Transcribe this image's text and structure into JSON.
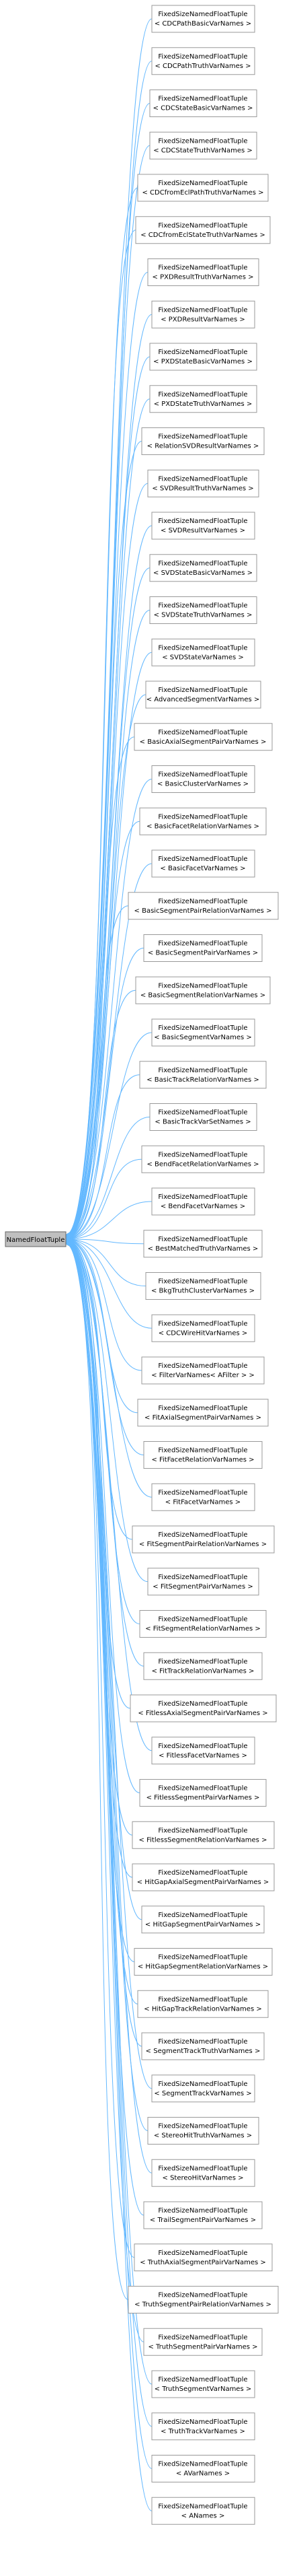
{
  "root": {
    "label": "NamedFloatTuple"
  },
  "children": [
    {
      "line1": "FixedSizeNamedFloatTuple",
      "line2": "< CDCPathBasicVarNames >"
    },
    {
      "line1": "FixedSizeNamedFloatTuple",
      "line2": "< CDCPathTruthVarNames >"
    },
    {
      "line1": "FixedSizeNamedFloatTuple",
      "line2": "< CDCStateBasicVarNames >"
    },
    {
      "line1": "FixedSizeNamedFloatTuple",
      "line2": "< CDCStateTruthVarNames >"
    },
    {
      "line1": "FixedSizeNamedFloatTuple",
      "line2": "< CDCfromEclPathTruthVarNames >"
    },
    {
      "line1": "FixedSizeNamedFloatTuple",
      "line2": "< CDCfromEclStateTruthVarNames >"
    },
    {
      "line1": "FixedSizeNamedFloatTuple",
      "line2": "< PXDResultTruthVarNames >"
    },
    {
      "line1": "FixedSizeNamedFloatTuple",
      "line2": "< PXDResultVarNames >"
    },
    {
      "line1": "FixedSizeNamedFloatTuple",
      "line2": "< PXDStateBasicVarNames >"
    },
    {
      "line1": "FixedSizeNamedFloatTuple",
      "line2": "< PXDStateTruthVarNames >"
    },
    {
      "line1": "FixedSizeNamedFloatTuple",
      "line2": "< RelationSVDResultVarNames >"
    },
    {
      "line1": "FixedSizeNamedFloatTuple",
      "line2": "< SVDResultTruthVarNames >"
    },
    {
      "line1": "FixedSizeNamedFloatTuple",
      "line2": "< SVDResultVarNames >"
    },
    {
      "line1": "FixedSizeNamedFloatTuple",
      "line2": "< SVDStateBasicVarNames >"
    },
    {
      "line1": "FixedSizeNamedFloatTuple",
      "line2": "< SVDStateTruthVarNames >"
    },
    {
      "line1": "FixedSizeNamedFloatTuple",
      "line2": "< SVDStateVarNames >"
    },
    {
      "line1": "FixedSizeNamedFloatTuple",
      "line2": "< AdvancedSegmentVarNames >"
    },
    {
      "line1": "FixedSizeNamedFloatTuple",
      "line2": "< BasicAxialSegmentPairVarNames >"
    },
    {
      "line1": "FixedSizeNamedFloatTuple",
      "line2": "< BasicClusterVarNames >"
    },
    {
      "line1": "FixedSizeNamedFloatTuple",
      "line2": "< BasicFacetRelationVarNames >"
    },
    {
      "line1": "FixedSizeNamedFloatTuple",
      "line2": "< BasicFacetVarNames >"
    },
    {
      "line1": "FixedSizeNamedFloatTuple",
      "line2": "< BasicSegmentPairRelationVarNames >"
    },
    {
      "line1": "FixedSizeNamedFloatTuple",
      "line2": "< BasicSegmentPairVarNames >"
    },
    {
      "line1": "FixedSizeNamedFloatTuple",
      "line2": "< BasicSegmentRelationVarNames >"
    },
    {
      "line1": "FixedSizeNamedFloatTuple",
      "line2": "< BasicSegmentVarNames >"
    },
    {
      "line1": "FixedSizeNamedFloatTuple",
      "line2": "< BasicTrackRelationVarNames >"
    },
    {
      "line1": "FixedSizeNamedFloatTuple",
      "line2": "< BasicTrackVarSetNames >"
    },
    {
      "line1": "FixedSizeNamedFloatTuple",
      "line2": "< BendFacetRelationVarNames >"
    },
    {
      "line1": "FixedSizeNamedFloatTuple",
      "line2": "< BendFacetVarNames >"
    },
    {
      "line1": "FixedSizeNamedFloatTuple",
      "line2": "< BestMatchedTruthVarNames >"
    },
    {
      "line1": "FixedSizeNamedFloatTuple",
      "line2": "< BkgTruthClusterVarNames >"
    },
    {
      "line1": "FixedSizeNamedFloatTuple",
      "line2": "< CDCWireHitVarNames >"
    },
    {
      "line1": "FixedSizeNamedFloatTuple",
      "line2": "< FilterVarNames< AFilter > >"
    },
    {
      "line1": "FixedSizeNamedFloatTuple",
      "line2": "< FitAxialSegmentPairVarNames >"
    },
    {
      "line1": "FixedSizeNamedFloatTuple",
      "line2": "< FitFacetRelationVarNames >"
    },
    {
      "line1": "FixedSizeNamedFloatTuple",
      "line2": "< FitFacetVarNames >"
    },
    {
      "line1": "FixedSizeNamedFloatTuple",
      "line2": "< FitSegmentPairRelationVarNames >"
    },
    {
      "line1": "FixedSizeNamedFloatTuple",
      "line2": "< FitSegmentPairVarNames >"
    },
    {
      "line1": "FixedSizeNamedFloatTuple",
      "line2": "< FitSegmentRelationVarNames >"
    },
    {
      "line1": "FixedSizeNamedFloatTuple",
      "line2": "< FitTrackRelationVarNames >"
    },
    {
      "line1": "FixedSizeNamedFloatTuple",
      "line2": "< FitlessAxialSegmentPairVarNames >"
    },
    {
      "line1": "FixedSizeNamedFloatTuple",
      "line2": "< FitlessFacetVarNames >"
    },
    {
      "line1": "FixedSizeNamedFloatTuple",
      "line2": "< FitlessSegmentPairVarNames >"
    },
    {
      "line1": "FixedSizeNamedFloatTuple",
      "line2": "< FitlessSegmentRelationVarNames >"
    },
    {
      "line1": "FixedSizeNamedFloatTuple",
      "line2": "< HitGapAxialSegmentPairVarNames >"
    },
    {
      "line1": "FixedSizeNamedFloatTuple",
      "line2": "< HitGapSegmentPairVarNames >"
    },
    {
      "line1": "FixedSizeNamedFloatTuple",
      "line2": "< HitGapSegmentRelationVarNames >"
    },
    {
      "line1": "FixedSizeNamedFloatTuple",
      "line2": "< HitGapTrackRelationVarNames >"
    },
    {
      "line1": "FixedSizeNamedFloatTuple",
      "line2": "< SegmentTrackTruthVarNames >"
    },
    {
      "line1": "FixedSizeNamedFloatTuple",
      "line2": "< SegmentTrackVarNames >"
    },
    {
      "line1": "FixedSizeNamedFloatTuple",
      "line2": "< StereoHitTruthVarNames >"
    },
    {
      "line1": "FixedSizeNamedFloatTuple",
      "line2": "< StereoHitVarNames >"
    },
    {
      "line1": "FixedSizeNamedFloatTuple",
      "line2": "< TrailSegmentPairVarNames >"
    },
    {
      "line1": "FixedSizeNamedFloatTuple",
      "line2": "< TruthAxialSegmentPairVarNames >"
    },
    {
      "line1": "FixedSizeNamedFloatTuple",
      "line2": "< TruthSegmentPairRelationVarNames >"
    },
    {
      "line1": "FixedSizeNamedFloatTuple",
      "line2": "< TruthSegmentPairVarNames >"
    },
    {
      "line1": "FixedSizeNamedFloatTuple",
      "line2": "< TruthSegmentVarNames >"
    },
    {
      "line1": "FixedSizeNamedFloatTuple",
      "line2": "< TruthTrackVarNames >"
    },
    {
      "line1": "FixedSizeNamedFloatTuple",
      "line2": "< AVarNames >"
    },
    {
      "line1": "FixedSizeNamedFloatTuple",
      "line2": "< ANames >"
    }
  ]
}
